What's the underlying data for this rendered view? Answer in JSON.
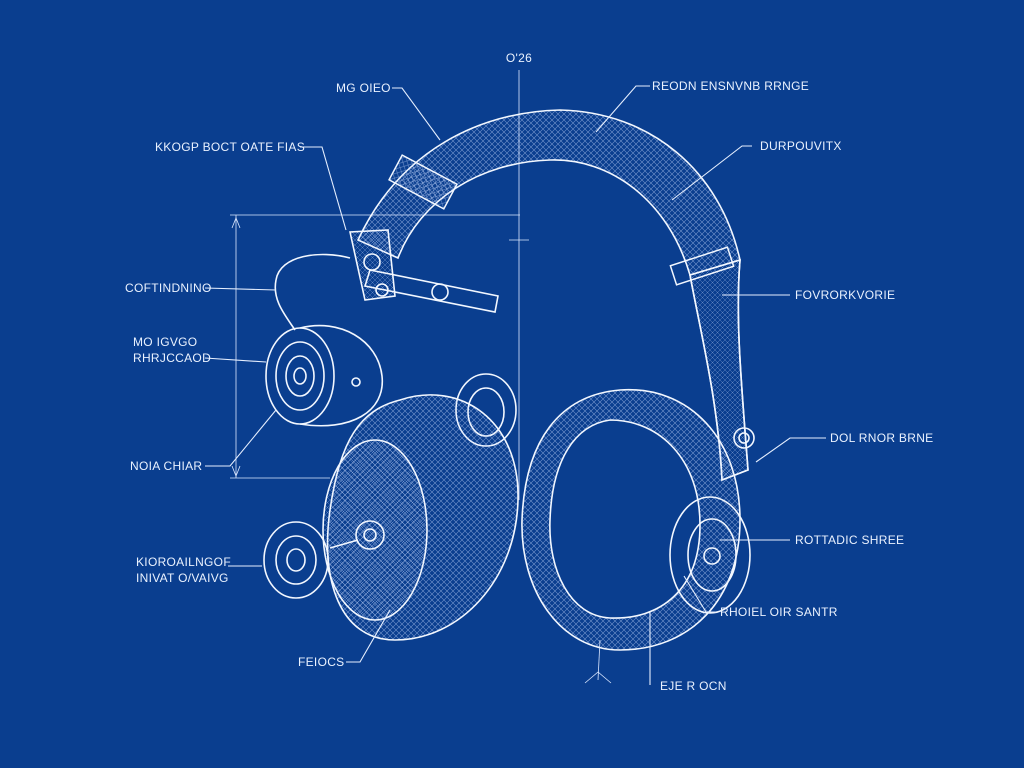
{
  "diagram": {
    "colors": {
      "background": "#0a3e8f",
      "line": "#e6efff"
    },
    "labels": {
      "top_center": "O'26",
      "top_left": "MG OIEO",
      "top_right": "REODN ENSNVNB RRNGE",
      "left_1": "KKOGP BOCT OATE FIAS",
      "right_1": "DURPOUVITX",
      "left_2": "COFTINDNINO",
      "right_2": "FOVRORKVORIE",
      "left_3a": "MO IGVGO",
      "left_3b": "RHRJCCAOD",
      "right_3": "DOL RNOR BRNE",
      "left_4": "NOIA CHIAR",
      "left_5a": "KIOROAILNGOF",
      "left_5b": "INIVAT O/VAIVG",
      "right_4": "ROTTADIC SHREE",
      "right_5": "RHOIEL OIR SANTR",
      "bottom_left": "FEIOCS",
      "bottom_right": "EJE R OCN"
    }
  }
}
